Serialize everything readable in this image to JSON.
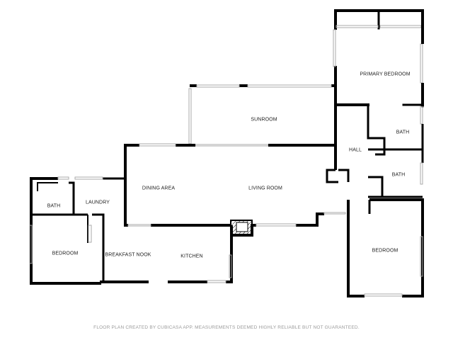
{
  "rooms": {
    "primary_bedroom": "PRIMARY BEDROOM",
    "sunroom": "SUNROOM",
    "bath_upper": "BATH",
    "hall": "HALL",
    "bath_middle": "BATH",
    "dining_area": "DINING AREA",
    "living_room": "LIVING ROOM",
    "bath_left": "BATH",
    "laundry": "LAUNDRY",
    "bedroom_left": "BEDROOM",
    "breakfast_nook": "BREAKFAST NOOK",
    "kitchen": "KITCHEN",
    "bedroom_right": "BEDROOM"
  },
  "footer": "FLOOR PLAN CREATED BY CUBICASA APP. MEASUREMENTS DEEMED HIGHLY RELIABLE BUT NOT GUARANTEED.",
  "colors": {
    "wall": "#000000",
    "window": "#aaaaaa",
    "label": "#222222",
    "footer": "#9a9a9a"
  }
}
